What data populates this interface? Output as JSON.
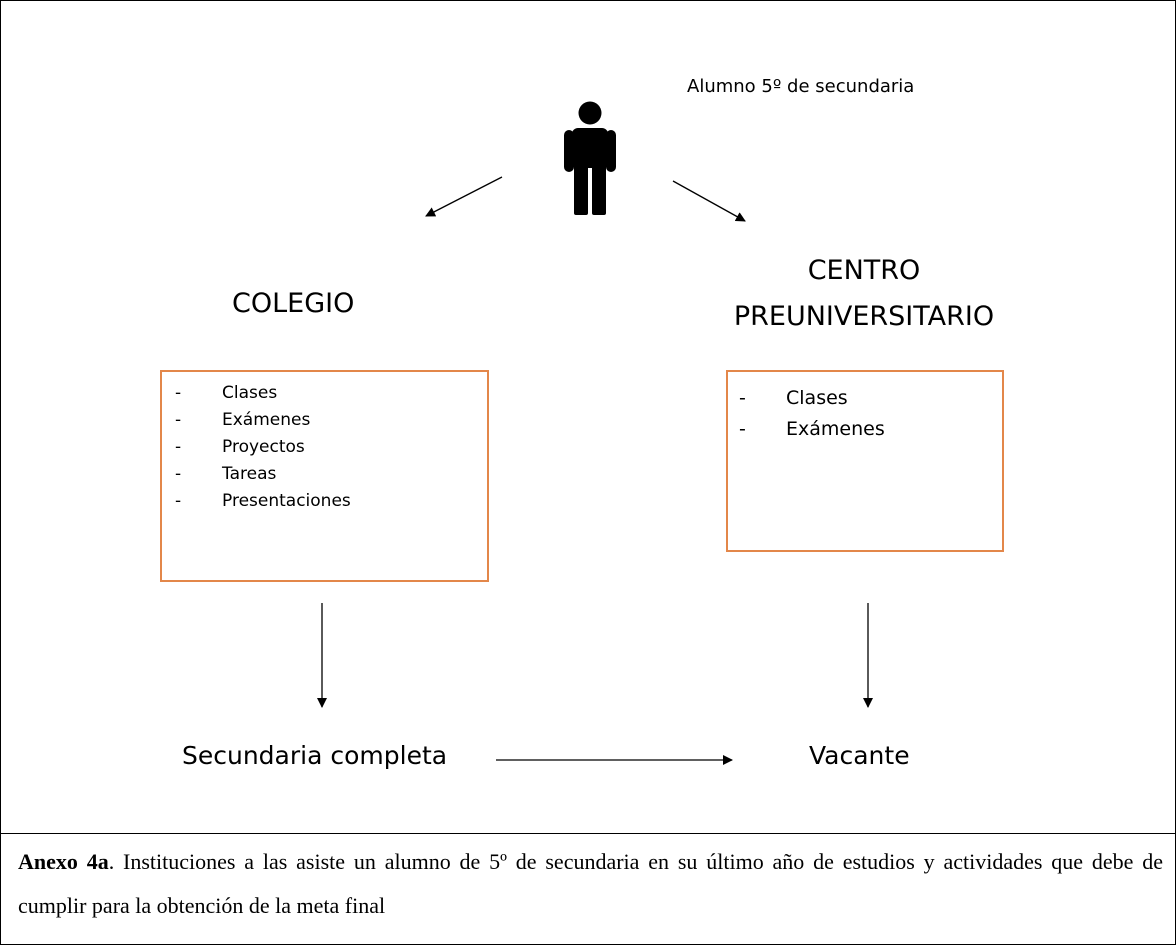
{
  "diagram": {
    "student_label": "Alumno 5º de secundaria",
    "left_branch": {
      "title": "COLEGIO",
      "activities": [
        "Clases",
        "Exámenes",
        "Proyectos",
        "Tareas",
        "Presentaciones"
      ],
      "outcome": "Secundaria completa"
    },
    "right_branch": {
      "title_lines": [
        "CENTRO",
        "PREUNIVERSITARIO"
      ],
      "activities": [
        "Clases",
        "Exámenes"
      ],
      "outcome": "Vacante"
    },
    "bullet": "-",
    "box_color": "#e3874a"
  },
  "caption": {
    "label": "Anexo 4a",
    "text": ". Instituciones a las asiste un alumno de 5º de secundaria en su último año de estudios y actividades que debe de cumplir para la obtención de la meta final"
  }
}
